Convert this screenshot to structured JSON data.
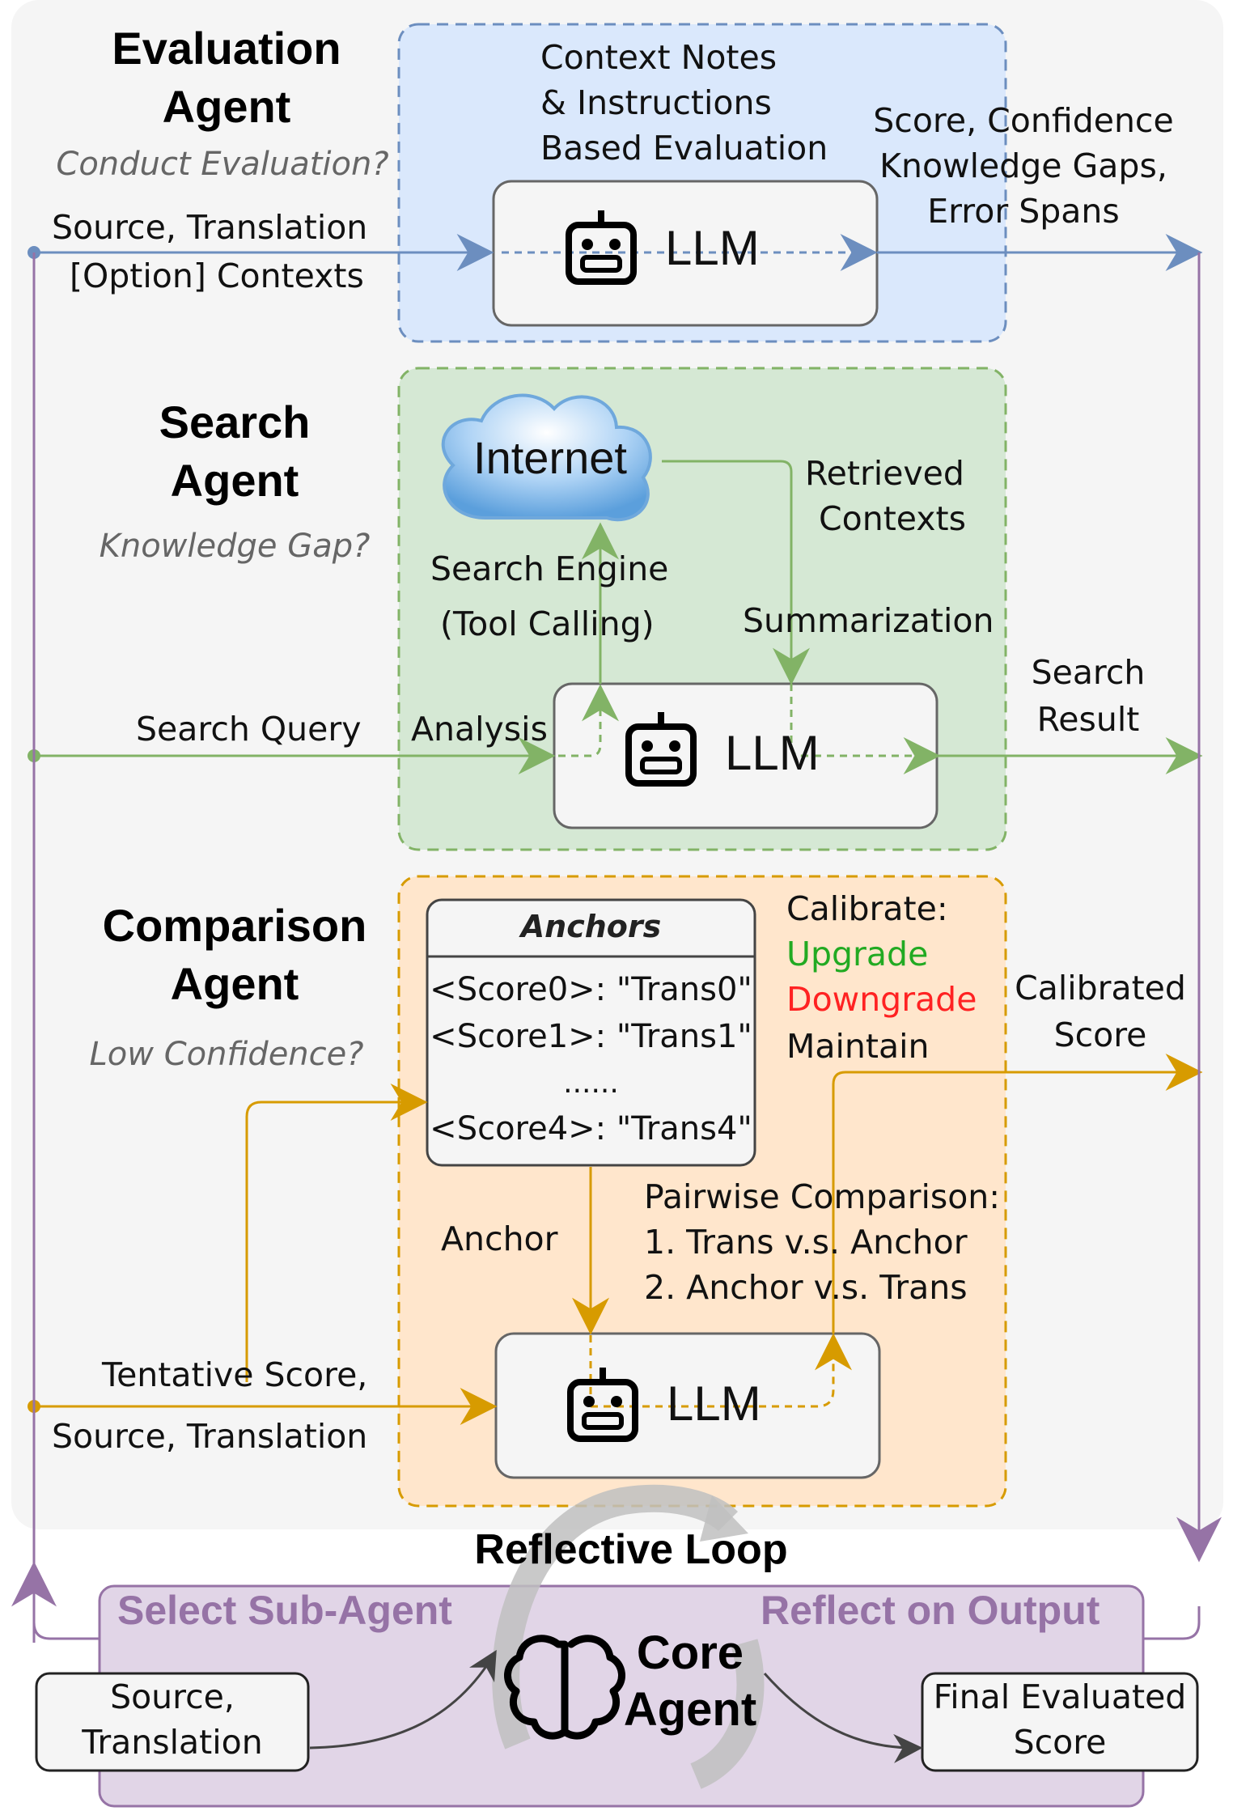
{
  "evaluation": {
    "title_line1": "Evaluation",
    "title_line2": "Agent",
    "question": "Conduct Evaluation?",
    "input_line1": "Source, Translation",
    "input_line2": "[Option] Contexts",
    "note_line1": "Context Notes",
    "note_line2": "& Instructions",
    "note_line3": "Based Evaluation",
    "output_line1": "Score, Confidence",
    "output_line2": "Knowledge Gaps,",
    "output_line3": "Error Spans",
    "llm_label": "LLM"
  },
  "search": {
    "title_line1": "Search",
    "title_line2": "Agent",
    "question": "Knowledge Gap?",
    "internet_label": "Internet",
    "engine_line1": "Search Engine",
    "engine_line2": "(Tool Calling)",
    "retrieved_line1": "Retrieved",
    "retrieved_line2": "Contexts",
    "summarization": "Summarization",
    "query_label": "Search Query",
    "analysis_label": "Analysis",
    "result_line1": "Search",
    "result_line2": "Result",
    "llm_label": "LLM"
  },
  "comparison": {
    "title_line1": "Comparison",
    "title_line2": "Agent",
    "question": "Low Confidence?",
    "anchors_header": "Anchors",
    "anchors_rows": [
      "<Score0>: \"Trans0\"",
      "<Score1>: \"Trans1\"",
      "......",
      "<Score4>: \"Trans4\""
    ],
    "calibrate_label": "Calibrate:",
    "upgrade_label": "Upgrade",
    "downgrade_label": "Downgrade",
    "maintain_label": "Maintain",
    "calibrated_line1": "Calibrated",
    "calibrated_line2": "Score",
    "anchor_label": "Anchor",
    "pairwise_line1": "Pairwise Comparison:",
    "pairwise_line2": "1. Trans v.s. Anchor",
    "pairwise_line3": "2. Anchor v.s. Trans",
    "input_line1": "Tentative Score,",
    "input_line2": "Source, Translation",
    "llm_label": "LLM"
  },
  "core": {
    "loop_label": "Reflective Loop",
    "select_label": "Select Sub-Agent",
    "reflect_label": "Reflect on Output",
    "name_line1": "Core",
    "name_line2": "Agent",
    "input_line1": "Source,",
    "input_line2": "Translation",
    "output_line1": "Final Evaluated",
    "output_line2": "Score"
  },
  "colors": {
    "evaluation_fill": "#dae8fc",
    "evaluation_stroke": "#6c8ebf",
    "search_fill": "#d5e8d4",
    "search_stroke": "#82b366",
    "comparison_fill": "#ffe6cc",
    "comparison_stroke": "#d79b00",
    "core_fill": "#e1d5e7",
    "core_stroke": "#9673a6",
    "upgrade": "#22aa22",
    "downgrade": "#ff2222"
  }
}
